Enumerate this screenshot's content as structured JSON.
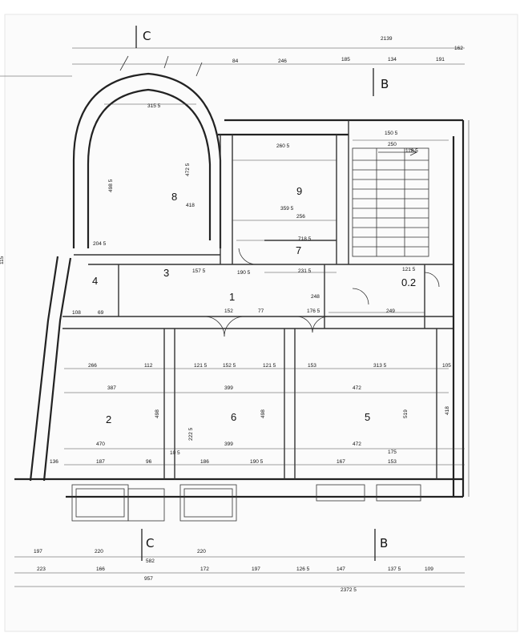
{
  "section_markers": {
    "c_top": "C",
    "c_bottom": "C",
    "b_top": "B",
    "b_bottom": "B"
  },
  "rooms": [
    "1",
    "2",
    "3",
    "4",
    "5",
    "6",
    "7",
    "8",
    "9",
    "0.2"
  ],
  "dims": {
    "top_total": "2139",
    "top_162": "162",
    "d84": "84",
    "d246": "246",
    "d185": "185",
    "d134": "134",
    "d191": "191",
    "d3155": "315 5",
    "d2605": "260 5",
    "d718": "718 5",
    "d2315": "231 5",
    "d248": "248",
    "d1765": "176 5",
    "d249": "249",
    "d1505": "150 5",
    "d250": "250",
    "d1185": "118 5",
    "d1215": "121 5",
    "d3595": "359 5",
    "d256": "256",
    "d1905": "190 5",
    "d152": "152",
    "d266": "266",
    "d387": "387",
    "d399a": "399",
    "d399b": "399",
    "d472a": "472",
    "d472b": "472",
    "d470": "470",
    "d498a": "498",
    "d498b": "498",
    "d519": "519",
    "d418": "418",
    "d3135": "313 5",
    "d153a": "153",
    "d153b": "153",
    "d105": "105",
    "d136": "136",
    "d187": "187",
    "d186": "186",
    "d167": "167",
    "d1905b": "190 5",
    "d197a": "197",
    "d220a": "220",
    "d220b": "220",
    "d582": "582",
    "d223": "223",
    "d166": "166",
    "d172": "172",
    "d197b": "197",
    "d1265": "126 5",
    "d147": "147",
    "d1375": "137 5",
    "d109": "109",
    "d957": "957",
    "total_bottom": "2372 5",
    "d4985": "498 5",
    "d4185": "418",
    "d4725": "472 5",
    "d2045": "204 5",
    "d69": "69",
    "d108": "108",
    "d112": "112",
    "d1215b": "121 5",
    "d1525": "152 5",
    "d1215c": "121 5",
    "d2225": "222 5",
    "d1575": "157 5",
    "d175": "175",
    "d96": "96",
    "d10": "10",
    "d77": "77",
    "d115": "115",
    "d105b": "10 5"
  }
}
